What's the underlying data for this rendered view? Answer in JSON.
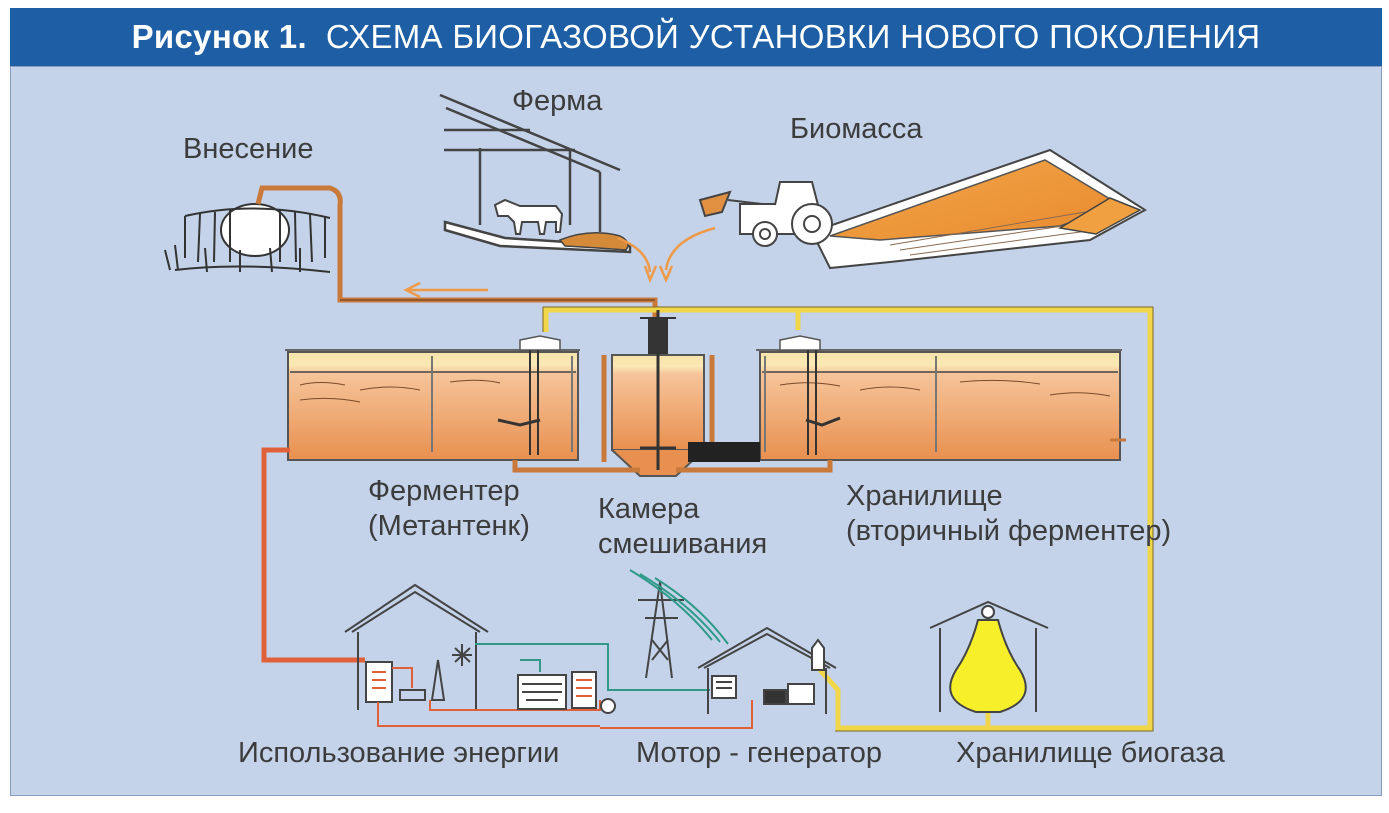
{
  "header": {
    "figure_no": "Рисунок 1.",
    "title": "СХЕМА БИОГАЗОВОЙ УСТАНОВКИ НОВОГО ПОКОЛЕНИЯ"
  },
  "labels": {
    "ferma": "Ферма",
    "biomassa": "Биомасса",
    "vnesenie": "Внесение",
    "fermenter_1": "Ферментер",
    "fermenter_2": "(Метантенк)",
    "kamera_1": "Камера",
    "kamera_2": "смешивания",
    "hranilishe_1": "Хранилище",
    "hranilishe_2": "(вторичный ферментер)",
    "energy": "Использование энергии",
    "motor": "Мотор - генератор",
    "gas_storage": "Хранилище биогаза"
  },
  "colors": {
    "header_bg": "#1d5ea5",
    "panel_bg": "#c4d3e9",
    "digestate_pipe": "#c97a3a",
    "gas_pipe": "#f2d64a",
    "heat_pipe": "#e0603a",
    "power_line": "#2f9a8a",
    "tank_fill": "#efa572",
    "biomass": "#f2a040",
    "gas_bag": "#f7ef2a"
  }
}
